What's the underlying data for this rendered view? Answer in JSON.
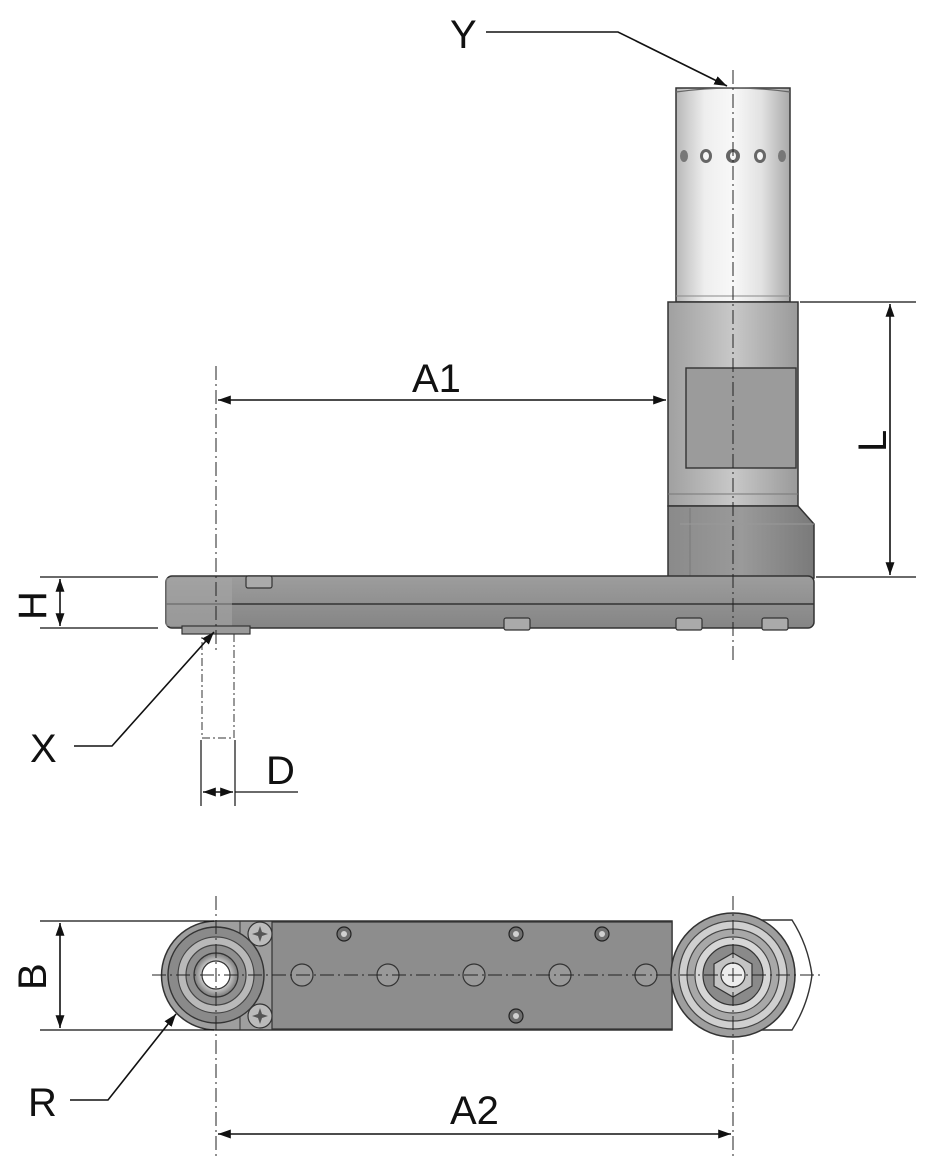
{
  "labels": {
    "y": "Y",
    "a1": "A1",
    "l": "L",
    "h": "H",
    "x": "X",
    "d": "D",
    "b": "B",
    "r": "R",
    "a2": "A2"
  },
  "colors": {
    "line": "#111111",
    "body_dark": "#8c8c8c",
    "body_mid": "#a7a7a7",
    "spindle_light": "#dcdcdc",
    "spindle_highlight": "#f2f2f2"
  }
}
